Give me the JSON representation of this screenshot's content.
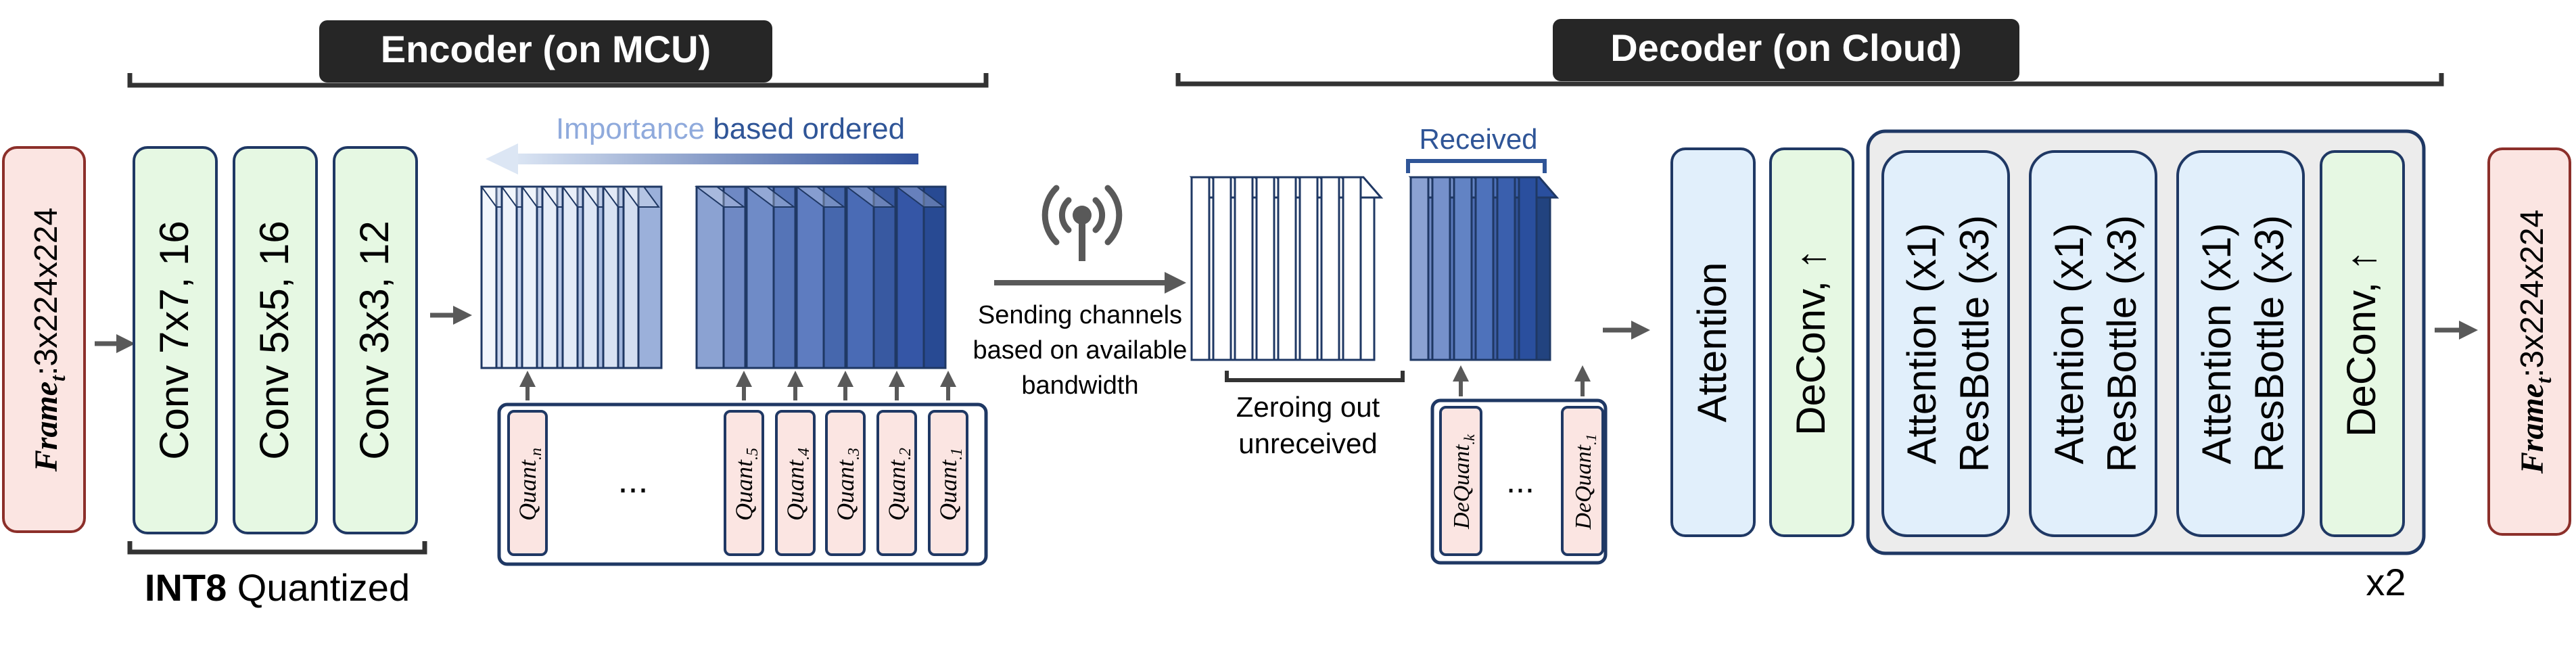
{
  "title_left": "Encoder (on MCU)",
  "title_right": "Decoder (on Cloud)",
  "input_frame": {
    "name": "Frame",
    "subscript": "t",
    "shape": ":3x224x224"
  },
  "output_frame": {
    "name": "Frame",
    "subscript": "t",
    "shape": ":3x224x224"
  },
  "encoder": {
    "conv_layers": [
      "Conv 7x7, 16",
      "Conv 5x5, 16",
      "Conv 3x3, 12"
    ],
    "quantized_bold": "INT8",
    "quantized_rest": " Quantized",
    "importance_light": "Importance",
    "importance_rest": " based ordered",
    "quant_main": "Quant",
    "quant_subs": [
      ".n",
      ".5",
      ".4",
      ".3",
      ".2",
      ".1"
    ],
    "ellipsis": "..."
  },
  "transmission": {
    "line1": "Sending channels",
    "line2": "based on available",
    "line3": "bandwidth",
    "icon": "antenna-icon"
  },
  "decoder": {
    "received_label": "Received",
    "zeroing_line1": "Zeroing out",
    "zeroing_line2": "unreceived",
    "dequant_main": "DeQuant",
    "dequant_subs": [
      ".k",
      ".1"
    ],
    "ellipsis": "...",
    "attention_label": "Attention",
    "deconv_label": "DeConv, ↑",
    "inner_blocks": [
      {
        "line1": "Attention (x1)",
        "line2": "ResBottle (x3)"
      },
      {
        "line1": "Attention (x1)",
        "line2": "ResBottle (x3)"
      },
      {
        "line1": "Attention (x1)",
        "line2": "ResBottle (x3)"
      }
    ],
    "inner_deconv_label": "DeConv, ↑",
    "repeat_label": "x2"
  },
  "colors": {
    "frame_fill": "#fbe5e2",
    "frame_stroke": "#8c2f2a",
    "conv_fill": "#e6f8e3",
    "blue_fill": "#e1effb",
    "group_fill": "#ececec",
    "navy": "#1f3864",
    "title_fill": "#262626"
  }
}
